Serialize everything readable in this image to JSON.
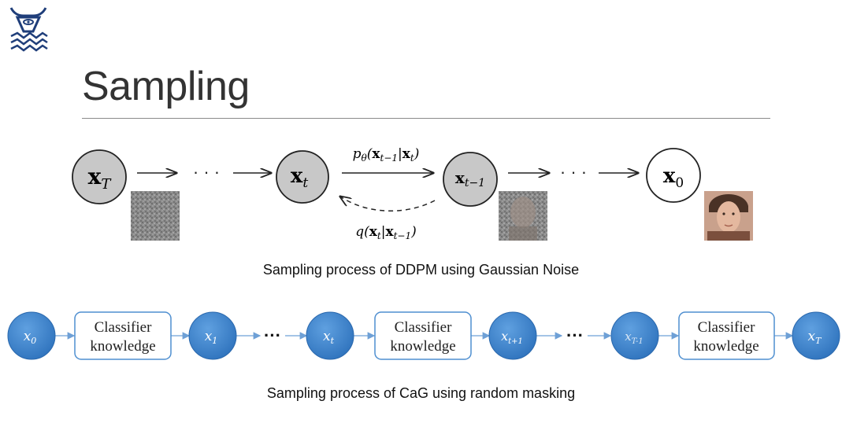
{
  "slide": {
    "title": "Sampling",
    "caption_ddpm": "Sampling process of DDPM using Gaussian Noise",
    "caption_cag": "Sampling process of CaG using random masking"
  },
  "ddpm": {
    "nodes": [
      "x_T",
      "x_t",
      "x_{t-1}",
      "x_0"
    ],
    "forward_label": "pθ(x_{t−1}|x_t)",
    "reverse_label": "q(x_t|x_{t−1})",
    "dots": "· · ·"
  },
  "cag": {
    "nodes": [
      "x_0",
      "x_1",
      "x_t",
      "x_{t+1}",
      "x_{T-1}",
      "x_T"
    ],
    "box_label_line1": "Classifier",
    "box_label_line2": "knowledge",
    "dots": "···"
  },
  "colors": {
    "title": "#333333",
    "node_blue": "#3f86cf",
    "box_border": "#4f8fd0",
    "arrow_blue": "#6ea0d6",
    "ddpm_node_gray": "#c8c8c8"
  }
}
